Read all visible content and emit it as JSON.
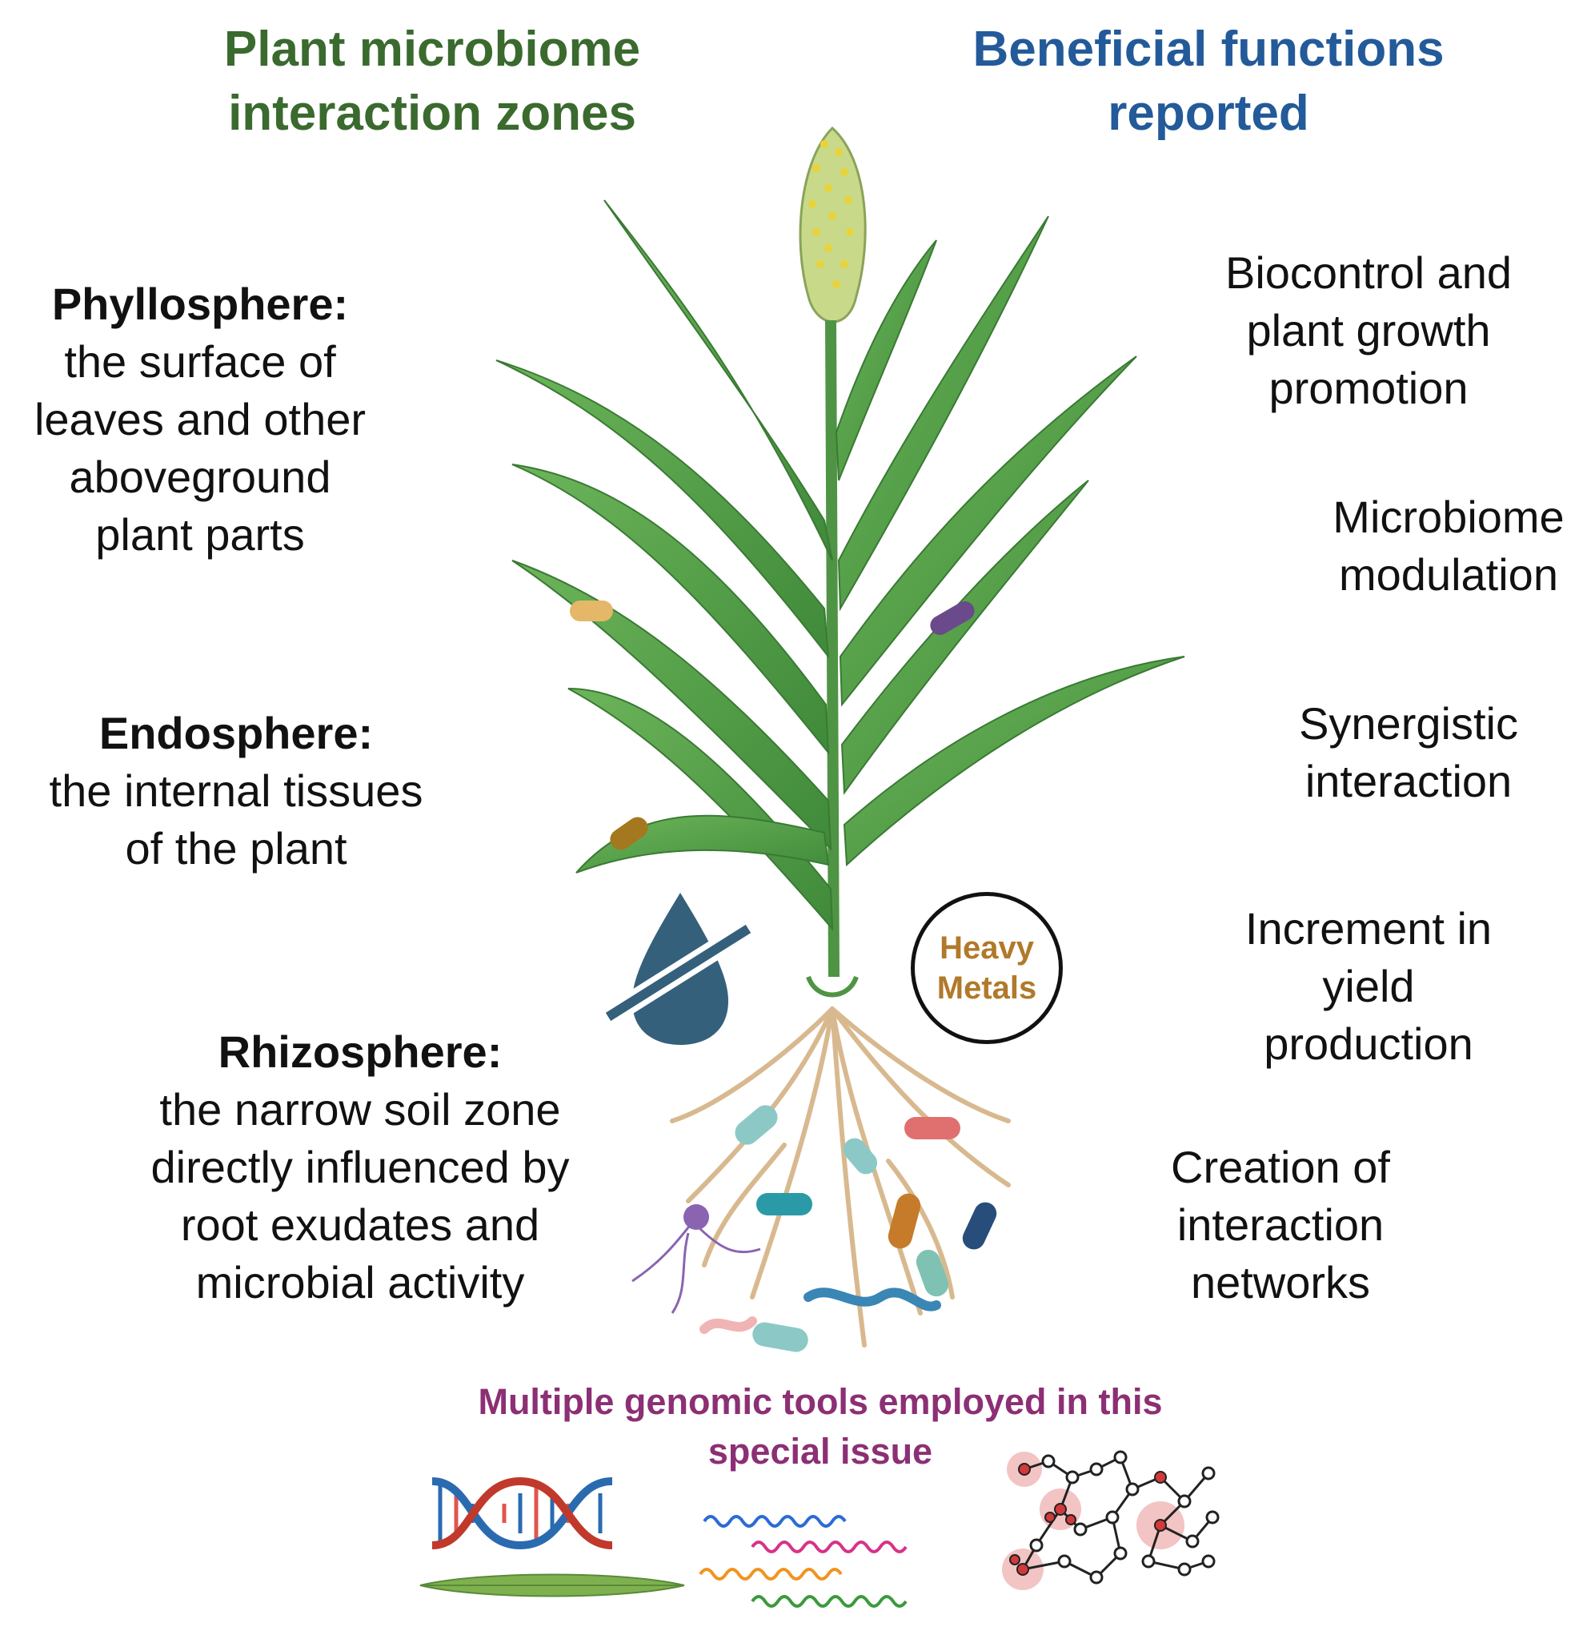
{
  "headers": {
    "left": [
      "Plant microbiome",
      "interaction zones"
    ],
    "right": [
      "Beneficial functions",
      "reported"
    ]
  },
  "zones": [
    {
      "title": "Phyllosphere:",
      "lines": [
        "the surface of",
        "leaves and other",
        "aboveground",
        "plant parts"
      ]
    },
    {
      "title": "Endosphere:",
      "lines": [
        "the internal tissues",
        "of the plant"
      ]
    },
    {
      "title": "Rhizosphere:",
      "lines": [
        "the narrow soil zone",
        "directly influenced by",
        "root exudates and",
        "microbial activity"
      ]
    }
  ],
  "functions": [
    [
      "Biocontrol and",
      "plant growth",
      "promotion"
    ],
    [
      "Microbiome",
      "modulation"
    ],
    [
      "Synergistic",
      "interaction"
    ],
    [
      "Increment in",
      "yield",
      "production"
    ],
    [
      "Creation of",
      "interaction",
      "networks"
    ]
  ],
  "badge": {
    "lines": [
      "Heavy",
      "Metals"
    ]
  },
  "tools": {
    "lines": [
      "Multiple genomic tools employed in this",
      "special issue"
    ]
  },
  "colors": {
    "green_header": "#3a6a2e",
    "blue_header": "#235a99",
    "tools_title": "#8c2f74",
    "leaf": "#5aa04a",
    "root": "#d8b98f",
    "water_icon": "#35607c",
    "heavy_metals": "#b07a2a"
  },
  "icons": [
    "plant-illustration",
    "no-water-icon",
    "dna-helix-icon",
    "sequence-reads-icon",
    "network-icon",
    "leaf-icon",
    "bacteria-icon"
  ]
}
